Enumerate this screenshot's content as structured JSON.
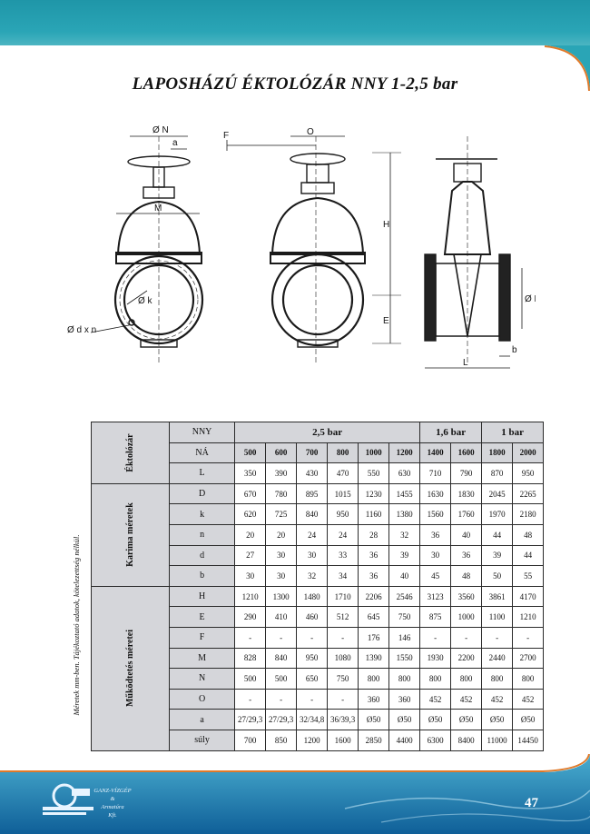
{
  "title": "LAPOSHÁZÚ ÉKTOLÓZÁR   NNY 1-2,5 bar",
  "drawing_labels": {
    "on": "Ø N",
    "a": "a",
    "f": "F",
    "o": "O",
    "m": "M",
    "k": "Ø k",
    "dxn": "Ø d x n",
    "h": "H",
    "e": "E",
    "d": "Ø D",
    "l": "L",
    "b": "b"
  },
  "side_note": "Méretek mm-ben. Tájékoztató adatok, kötelezettség nélkül.",
  "table": {
    "groups": {
      "g1": "Éktolózár",
      "g2": "Karima méretek",
      "g3": "Működtetés méretei"
    },
    "nny_label": "NNY",
    "pressures": [
      "2,5 bar",
      "1,6 bar",
      "1 bar"
    ],
    "na_label": "NÁ",
    "na": [
      "500",
      "600",
      "700",
      "800",
      "1000",
      "1200",
      "1400",
      "1600",
      "1800",
      "2000"
    ],
    "rows": [
      {
        "label": "L",
        "values": [
          "350",
          "390",
          "430",
          "470",
          "550",
          "630",
          "710",
          "790",
          "870",
          "950"
        ]
      },
      {
        "label": "D",
        "values": [
          "670",
          "780",
          "895",
          "1015",
          "1230",
          "1455",
          "1630",
          "1830",
          "2045",
          "2265"
        ]
      },
      {
        "label": "k",
        "values": [
          "620",
          "725",
          "840",
          "950",
          "1160",
          "1380",
          "1560",
          "1760",
          "1970",
          "2180"
        ]
      },
      {
        "label": "n",
        "values": [
          "20",
          "20",
          "24",
          "24",
          "28",
          "32",
          "36",
          "40",
          "44",
          "48"
        ]
      },
      {
        "label": "d",
        "values": [
          "27",
          "30",
          "30",
          "33",
          "36",
          "39",
          "30",
          "36",
          "39",
          "44"
        ]
      },
      {
        "label": "b",
        "values": [
          "30",
          "30",
          "32",
          "34",
          "36",
          "40",
          "45",
          "48",
          "50",
          "55"
        ]
      },
      {
        "label": "H",
        "values": [
          "1210",
          "1300",
          "1480",
          "1710",
          "2206",
          "2546",
          "3123",
          "3560",
          "3861",
          "4170"
        ]
      },
      {
        "label": "E",
        "values": [
          "290",
          "410",
          "460",
          "512",
          "645",
          "750",
          "875",
          "1000",
          "1100",
          "1210"
        ]
      },
      {
        "label": "F",
        "values": [
          "-",
          "-",
          "-",
          "-",
          "176",
          "146",
          "-",
          "-",
          "-",
          "-"
        ]
      },
      {
        "label": "M",
        "values": [
          "828",
          "840",
          "950",
          "1080",
          "1390",
          "1550",
          "1930",
          "2200",
          "2440",
          "2700"
        ]
      },
      {
        "label": "N",
        "values": [
          "500",
          "500",
          "650",
          "750",
          "800",
          "800",
          "800",
          "800",
          "800",
          "800"
        ]
      },
      {
        "label": "O",
        "values": [
          "-",
          "-",
          "-",
          "-",
          "360",
          "360",
          "452",
          "452",
          "452",
          "452"
        ]
      },
      {
        "label": "a",
        "values": [
          "27/29,3",
          "27/29,3",
          "32/34,8",
          "36/39,3",
          "Ø50",
          "Ø50",
          "Ø50",
          "Ø50",
          "Ø50",
          "Ø50"
        ]
      },
      {
        "label": "súly",
        "values": [
          "700",
          "850",
          "1200",
          "1600",
          "2850",
          "4400",
          "6300",
          "8400",
          "11000",
          "14450"
        ]
      }
    ]
  },
  "logo": {
    "line1": "GANZ-VÍZGÉP",
    "line2": "&",
    "line3": "Armatúra",
    "line4": "Kft."
  },
  "page_number": "47",
  "colors": {
    "band": "#2aa5b6",
    "header_cell": "#d5d6da",
    "accent_orange": "#e07a2a"
  }
}
